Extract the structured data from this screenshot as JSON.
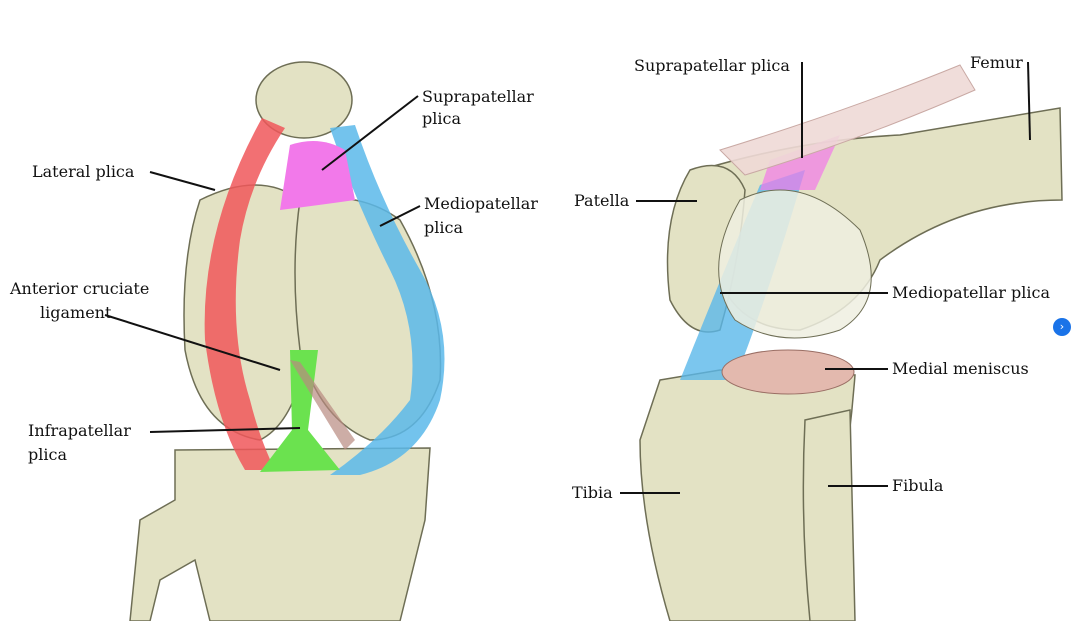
{
  "left_figure": {
    "labels": {
      "suprapatellar_1": "Suprapatellar",
      "suprapatellar_2": "plica",
      "lateral": "Lateral plica",
      "mediopatellar_1": "Mediopatellar",
      "mediopatellar_2": "plica",
      "acl_1": "Anterior cruciate",
      "acl_2": "ligament",
      "infrapatellar_1": "Infrapatellar",
      "infrapatellar_2": "plica"
    }
  },
  "right_figure": {
    "labels": {
      "suprapatellar": "Suprapatellar plica",
      "femur": "Femur",
      "patella": "Patella",
      "mediopatellar": "Mediopatellar plica",
      "meniscus": "Medial meniscus",
      "tibia": "Tibia",
      "fibula": "Fibula"
    }
  },
  "nav_button": {
    "icon": "chevron-right-icon",
    "glyph": "›"
  },
  "colors": {
    "bone": "#e3e2c4",
    "lateral": "#f0575a",
    "medio": "#5ab8ea",
    "supra": "#f279ea",
    "infra": "#6be24f"
  }
}
